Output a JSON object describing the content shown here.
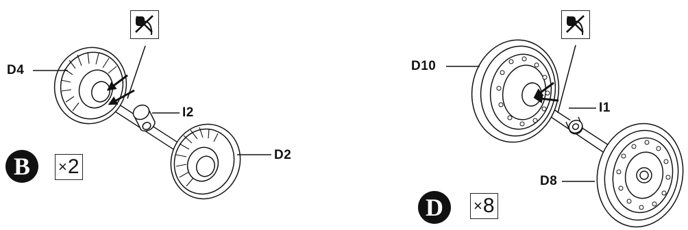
{
  "step_b": {
    "badge": "B",
    "quantity_symbol": "×",
    "quantity": "2",
    "parts": {
      "left_wheel": "D4",
      "axle": "I2",
      "right_wheel": "D2"
    },
    "icon": "no-glue-icon"
  },
  "step_d": {
    "badge": "D",
    "quantity_symbol": "×",
    "quantity": "8",
    "parts": {
      "left_wheel": "D10",
      "axle": "I1",
      "right_wheel": "D8"
    },
    "icon": "no-glue-icon"
  }
}
